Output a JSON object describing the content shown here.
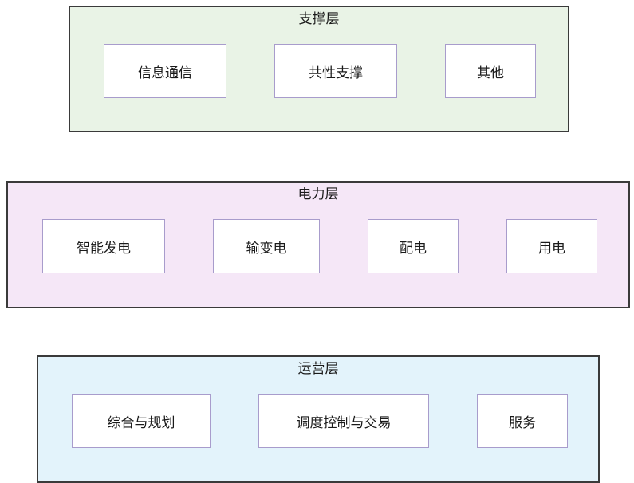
{
  "layers": [
    {
      "title": "支撑层",
      "color": "#e9f3e6",
      "items": [
        "信息通信",
        "共性支撑",
        "其他"
      ]
    },
    {
      "title": "电力层",
      "color": "#f5e7f7",
      "items": [
        "智能发电",
        "输变电",
        "配电",
        "用电"
      ]
    },
    {
      "title": "运营层",
      "color": "#e3f3fb",
      "items": [
        "综合与规划",
        "调度控制与交易",
        "服务"
      ]
    }
  ],
  "colors": {
    "layer_border": "#3a3a3a",
    "box_border": "#a89ccc",
    "box_fill": "#ffffff"
  }
}
